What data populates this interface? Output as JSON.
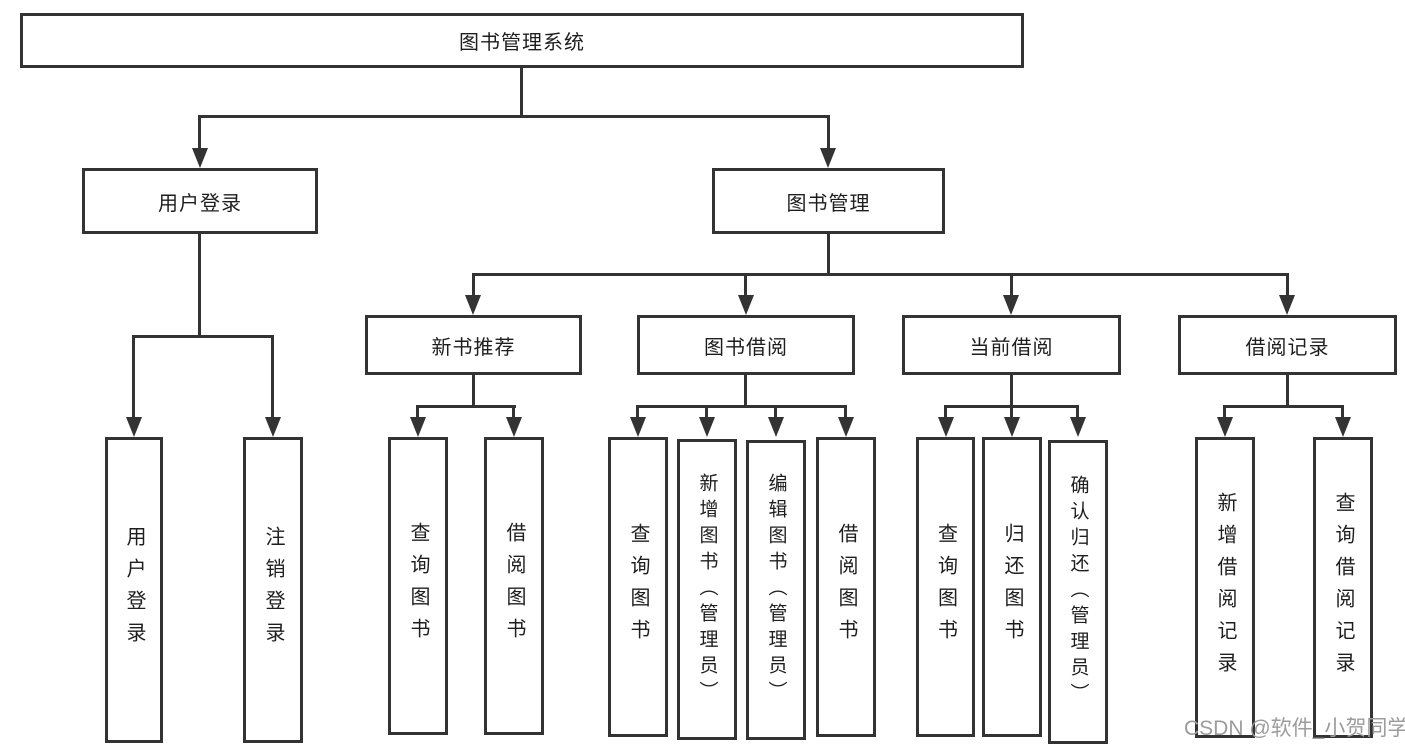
{
  "tree": {
    "root": {
      "label": "图书管理系统",
      "children": [
        {
          "label": "用户登录",
          "children": [
            {
              "label": "用户登录"
            },
            {
              "label": "注销登录"
            }
          ]
        },
        {
          "label": "图书管理",
          "children": [
            {
              "label": "新书推荐",
              "children": [
                {
                  "label": "查询图书"
                },
                {
                  "label": "借阅图书"
                }
              ]
            },
            {
              "label": "图书借阅",
              "children": [
                {
                  "label": "查询图书"
                },
                {
                  "label": "新增图书（管理员）"
                },
                {
                  "label": "编辑图书（管理员）"
                },
                {
                  "label": "借阅图书"
                }
              ]
            },
            {
              "label": "当前借阅",
              "children": [
                {
                  "label": "查询图书"
                },
                {
                  "label": "归还图书"
                },
                {
                  "label": "确认归还（管理员）"
                }
              ]
            },
            {
              "label": "借阅记录",
              "children": [
                {
                  "label": "新增借阅记录"
                },
                {
                  "label": "查询借阅记录"
                }
              ]
            }
          ]
        }
      ]
    }
  },
  "watermark": {
    "text": "CSDN @软件_小贺同学"
  },
  "colors": {
    "line": "#333333",
    "text": "#1e1e1e",
    "watermark": "#9c9c9c",
    "background": "#ffffff"
  }
}
